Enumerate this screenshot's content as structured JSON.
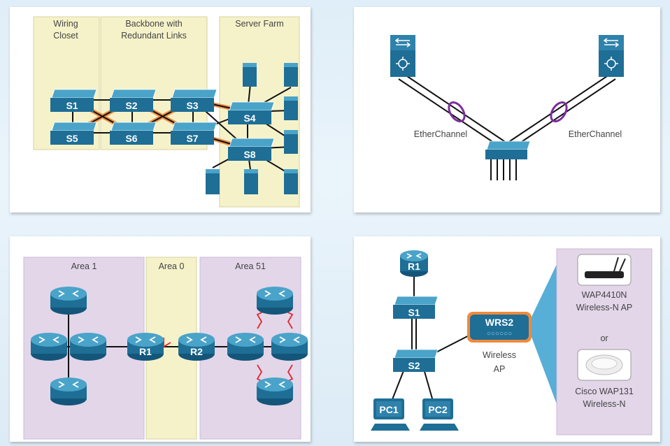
{
  "panels": {
    "switched": {
      "zones": [
        "Wiring\nCloset",
        "Backbone with\nRedundant Links",
        "Server Farm"
      ],
      "switches": [
        "S1",
        "S2",
        "S3",
        "S4",
        "S5",
        "S6",
        "S7",
        "S8"
      ]
    },
    "etherchannel": {
      "left_label": "EtherChannel",
      "right_label": "EtherChannel"
    },
    "ospf": {
      "areas": [
        "Area 1",
        "Area 0",
        "Area 51"
      ],
      "routers": [
        "R1",
        "R2"
      ]
    },
    "wireless": {
      "router": "R1",
      "switches": [
        "S1",
        "S2"
      ],
      "ap_name": "WRS2",
      "ap_label": "Wireless\nAP",
      "pcs": [
        "PC1",
        "PC2"
      ],
      "option1": "WAP4410N\nWireless-N AP",
      "or_label": "or",
      "option2": "Cisco WAP131\nWireless-N"
    }
  },
  "colors": {
    "device": "#1e6e96",
    "device_top": "#4aa3c9",
    "zone_yellow": "#f5f2c9",
    "zone_purple": "#e3d6e9",
    "redundant_link": "#f08a3c",
    "etherchannel_ring": "#7b2f9b",
    "serial_link": "#e0262f"
  }
}
